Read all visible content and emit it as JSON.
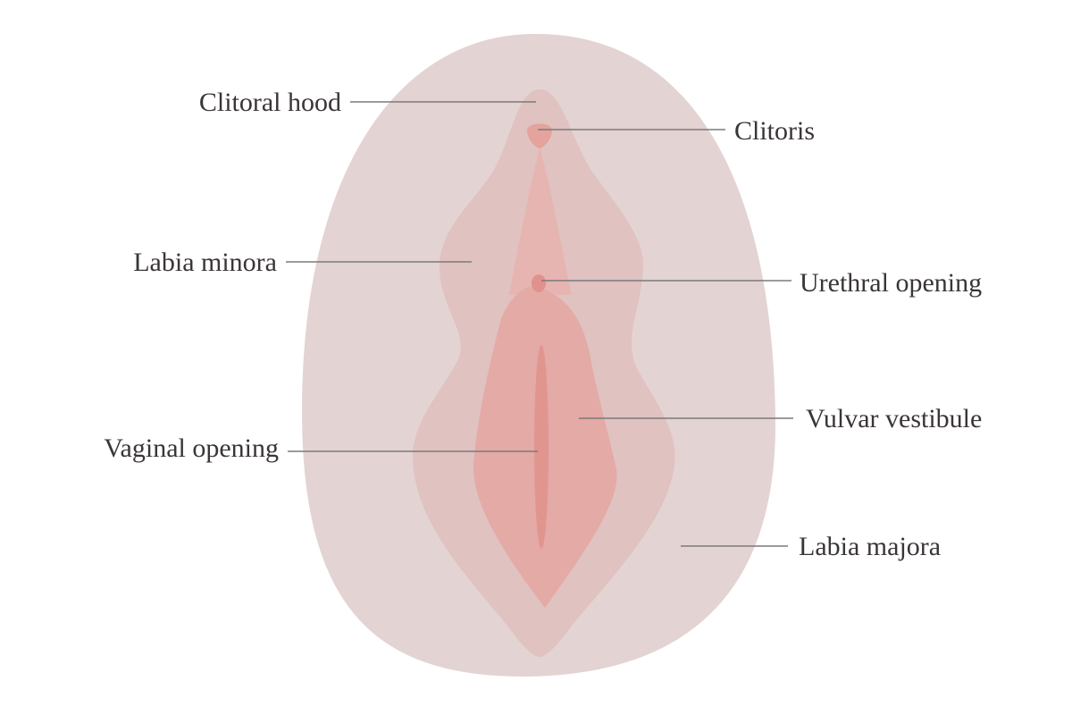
{
  "colors": {
    "labia_majora": "#e4d3d3",
    "labia_minora": "#e0c2c0",
    "vestibule_upper": "#e6b5b1",
    "vestibule_lower": "#e4aaa5",
    "vaginal_opening": "#e1958f",
    "urethral_opening": "#e2928c",
    "clitoris": "#e5a39d",
    "label_text": "#3a3536",
    "leader_line": "#7b7a7c"
  },
  "labels": {
    "clitoral_hood": "Clitoral hood",
    "clitoris": "Clitoris",
    "labia_minora": "Labia minora",
    "urethral_opening": "Urethral opening",
    "vulvar_vestibule": "Vulvar vestibule",
    "vaginal_opening": "Vaginal opening",
    "labia_majora": "Labia majora"
  }
}
